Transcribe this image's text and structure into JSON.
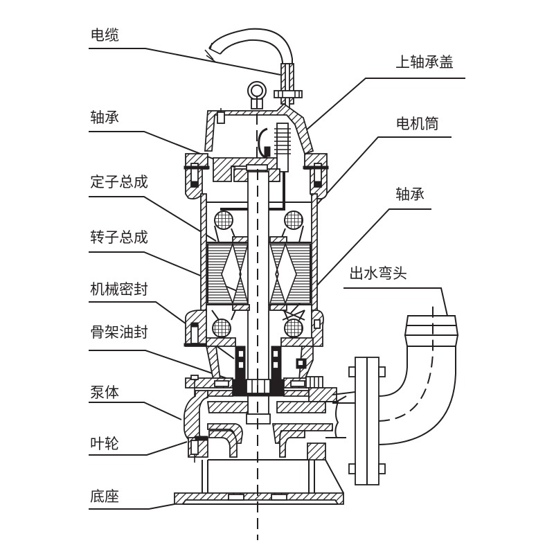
{
  "diagram": {
    "title": "潜水排污泵结构图",
    "labels_left": [
      {
        "id": "cable",
        "text": "电缆"
      },
      {
        "id": "bearing-upper",
        "text": "轴承"
      },
      {
        "id": "stator",
        "text": "定子总成"
      },
      {
        "id": "rotor",
        "text": "转子总成"
      },
      {
        "id": "mech-seal",
        "text": "机械密封"
      },
      {
        "id": "oil-seal",
        "text": "骨架油封"
      },
      {
        "id": "pump-body",
        "text": "泵体"
      },
      {
        "id": "impeller",
        "text": "叶轮"
      },
      {
        "id": "base",
        "text": "底座"
      }
    ],
    "labels_right": [
      {
        "id": "upper-bearing-cover",
        "text": "上轴承盖"
      },
      {
        "id": "motor-housing",
        "text": "电机筒"
      },
      {
        "id": "bearing-lower",
        "text": "轴承"
      },
      {
        "id": "outlet-elbow",
        "text": "出水弯头"
      }
    ],
    "colors": {
      "ink": "#231f20",
      "background": "#ffffff"
    }
  }
}
